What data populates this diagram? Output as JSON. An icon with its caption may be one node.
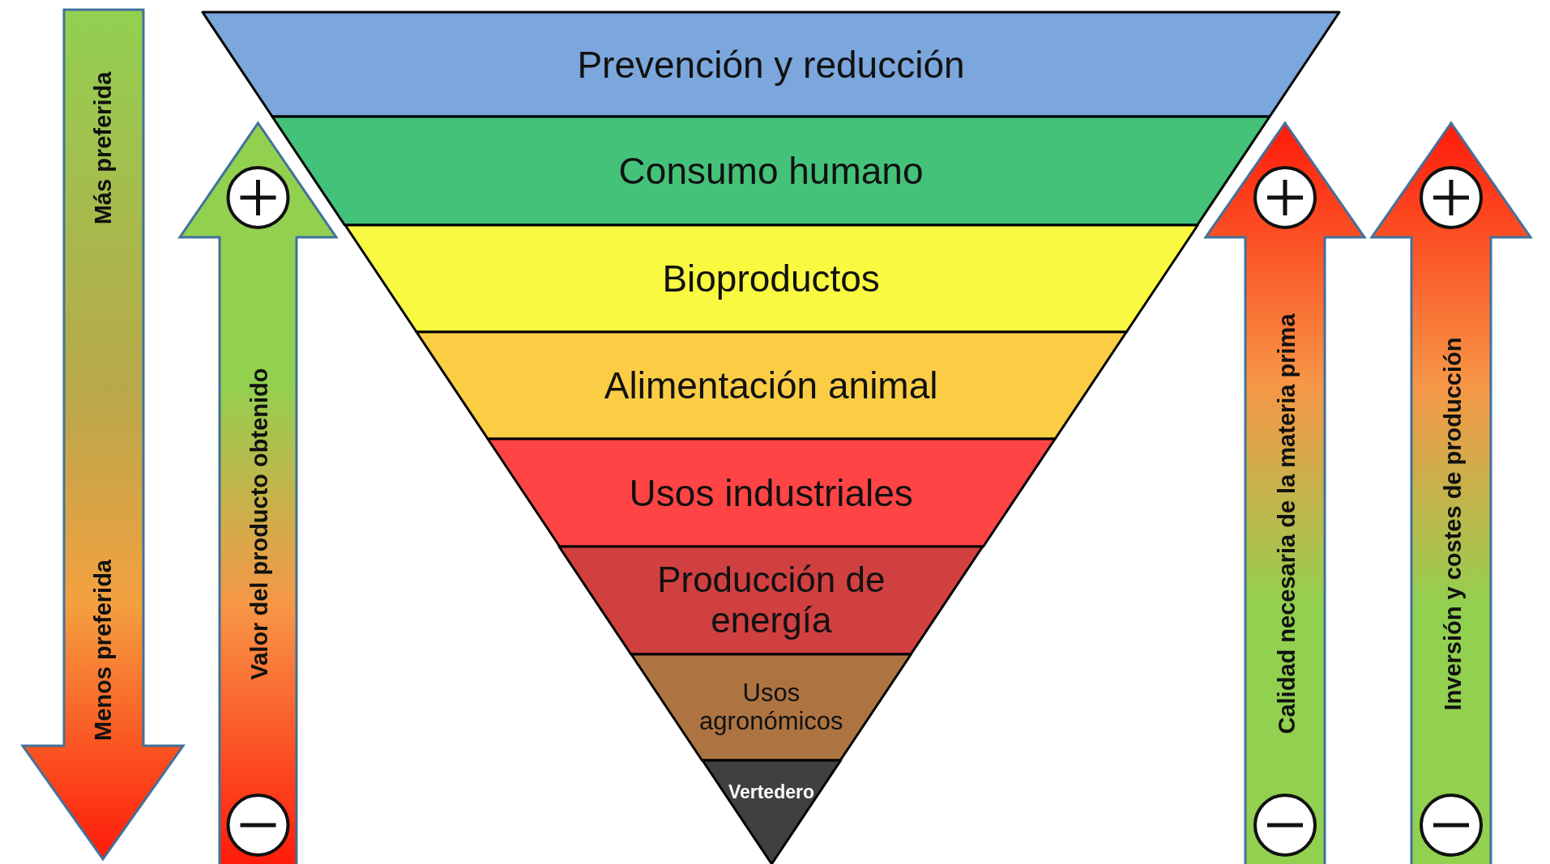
{
  "diagram": {
    "nodes": [
      {
        "text": [
          "Más preferida",
          "Menos preferida"
        ]
      },
      {
        "text": [
          "Valor del producto obtenido"
        ]
      },
      {
        "text": [
          "Prevención y reducción"
        ]
      },
      {
        "text": [
          "Consumo humano"
        ]
      },
      {
        "text": [
          "Bioproductos"
        ]
      },
      {
        "text": [
          "Alimentación animal"
        ]
      },
      {
        "text": [
          "Usos industriales"
        ]
      },
      {
        "text": [
          "Producción de energía"
        ]
      },
      {
        "text": [
          "Usos agronómicos"
        ]
      },
      {
        "text": [
          "Vertedero"
        ]
      },
      {
        "text": [
          "Calidad necesaria de la materia prima"
        ]
      },
      {
        "text": [
          "Inversión y costes de producción"
        ]
      }
    ]
  }
}
